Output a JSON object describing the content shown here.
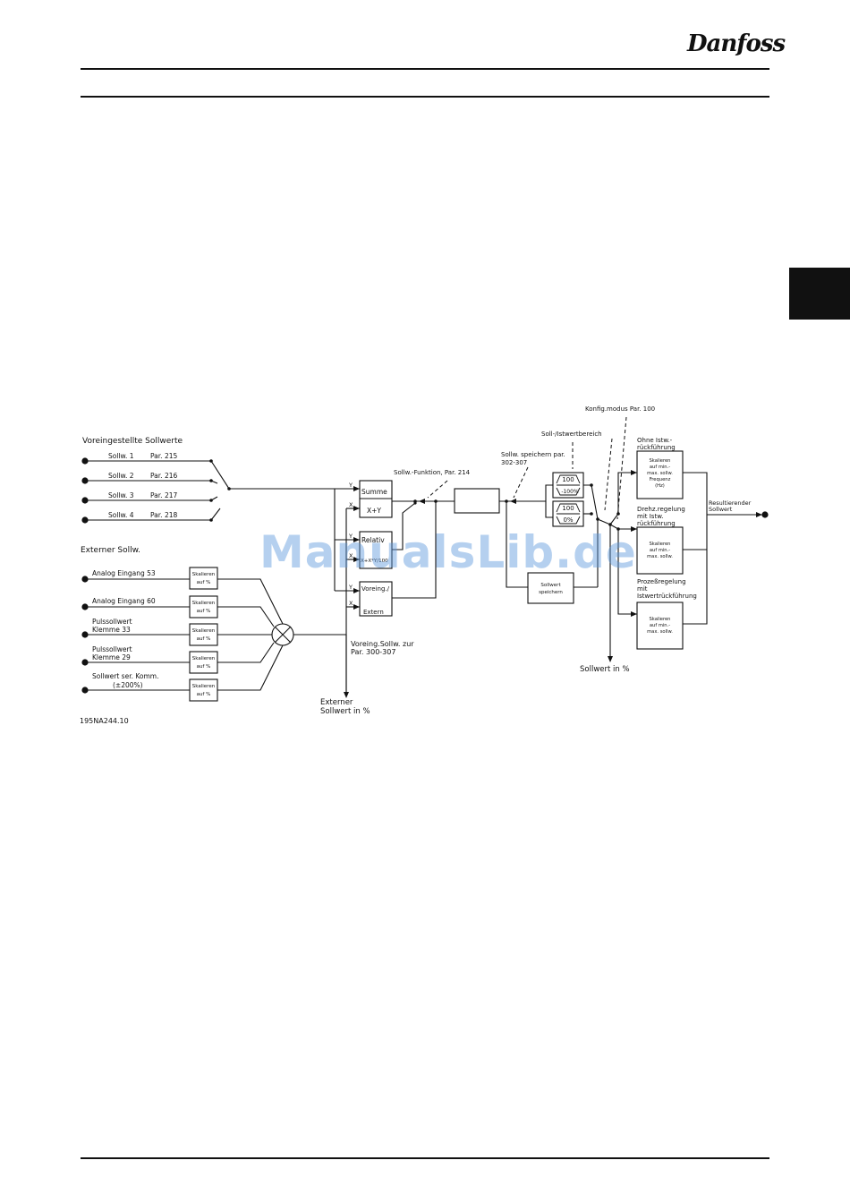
{
  "brand": {
    "logo": "Danfoss"
  },
  "diagram": {
    "preset_title": "Voreingestellte Sollwerte",
    "presets": [
      {
        "label": "Sollw. 1",
        "par": "Par. 215"
      },
      {
        "label": "Sollw. 2",
        "par": "Par. 216"
      },
      {
        "label": "Sollw. 3",
        "par": "Par. 217"
      },
      {
        "label": "Sollw. 4",
        "par": "Par. 218"
      }
    ],
    "external_title": "Externer Sollw.",
    "inputs": [
      {
        "line1": "Analog Eingang 53",
        "line2": ""
      },
      {
        "line1": "Analog Eingang 60",
        "line2": ""
      },
      {
        "line1": "Pulssollwert",
        "line2": "Klemme 33"
      },
      {
        "line1": "Pulssollwert",
        "line2": "Klemme 29"
      },
      {
        "line1": "Sollwert ser. Komm.",
        "line2": "(±200%)"
      }
    ],
    "scale_box_l1": "Skalieren",
    "scale_box_l2": "auf %",
    "port_y": "Y",
    "port_x": "X",
    "summe": "Summe",
    "xplusy": "X+Y",
    "relativ": "Relativ",
    "relativ_sub": "X+X*Y/100",
    "voreing": "Voreing./",
    "extern": "Extern",
    "funktion_label": "Sollw.-Funktion, Par. 214",
    "speichern_par_1": "Sollw. speichern par.",
    "speichern_par_2": "302-307",
    "range_label": "Soll-/Istwertbereich",
    "konfig_label": "Konfig.modus Par. 100",
    "range1_top": "100",
    "range1_bottom": "-100%",
    "range2_top": "100",
    "range2_bottom": "0%",
    "sollwert_speichern_1": "Sollwert",
    "sollwert_speichern_2": "speichern",
    "ohne_1": "Ohne Istw.-",
    "ohne_2": "rückführung",
    "ohne_box": [
      "Skalieren",
      "auf min.-",
      "max. sollw.",
      "Frequenz",
      "(Hz)"
    ],
    "drehz_1": "Drehz.regelung",
    "drehz_2": "mit Istw.",
    "drehz_3": "rückführung",
    "drehz_box": [
      "Skalieren",
      "auf min.-",
      "max. sollw."
    ],
    "prozess_1": "Prozeßregelung",
    "prozess_2": "mit",
    "prozess_3": "Istwertrückführung",
    "prozess_box": [
      "Skalieren",
      "auf min.-",
      "max. sollw."
    ],
    "result_1": "Resultierender",
    "result_2": "Sollwert",
    "voreing_zur_1": "Voreing.Sollw. zur",
    "voreing_zur_2": "Par. 300-307",
    "externer_1": "Externer",
    "externer_2": "Sollwert in %",
    "sollwert_in_pct": "Sollwert in %",
    "figure_code": "195NA244.10"
  },
  "watermark": "ManualsLib.de"
}
